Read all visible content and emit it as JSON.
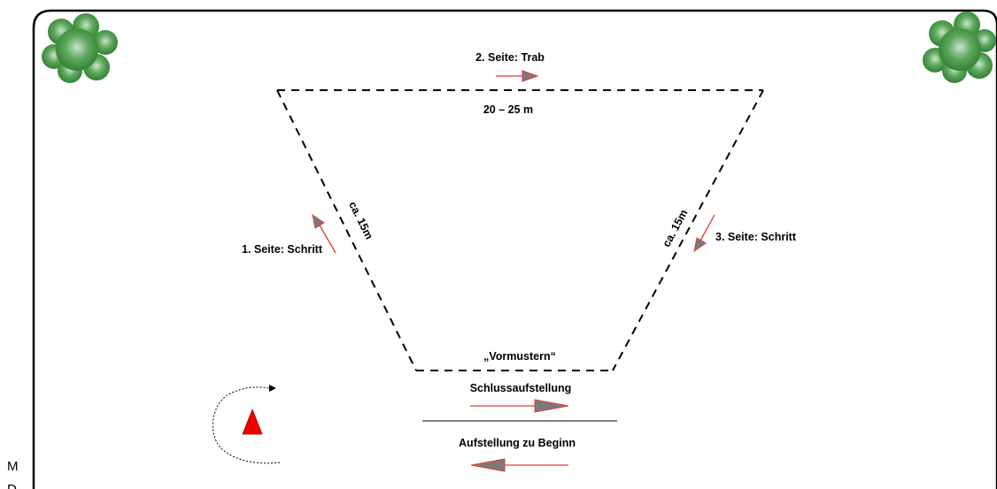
{
  "labels": {
    "side2": "2. Seite: Trab",
    "top_width": "20 – 25 m",
    "side1": "1. Seite: Schritt",
    "left_len": "ca. 15m",
    "right_len": "ca. 15m",
    "side3": "3. Seite: Schritt",
    "presentation": "„Vormustern“",
    "final_lineup": "Schlussaufstellung",
    "initial_lineup": "Aufstellung zu Beginn"
  },
  "edge_text": {
    "line1": "M",
    "line2": "D"
  },
  "colors": {
    "arrow_line": "#e53935",
    "arrow_head": "#7a7a7a",
    "marker": "#ee0000",
    "tree_dark": "#2f7d2f",
    "tree_light": "#a9d3a9",
    "border": "#000000"
  },
  "icons": {
    "tree": "tree-icon",
    "marker": "triangle-marker-icon",
    "turn": "turn-arrow-icon"
  }
}
